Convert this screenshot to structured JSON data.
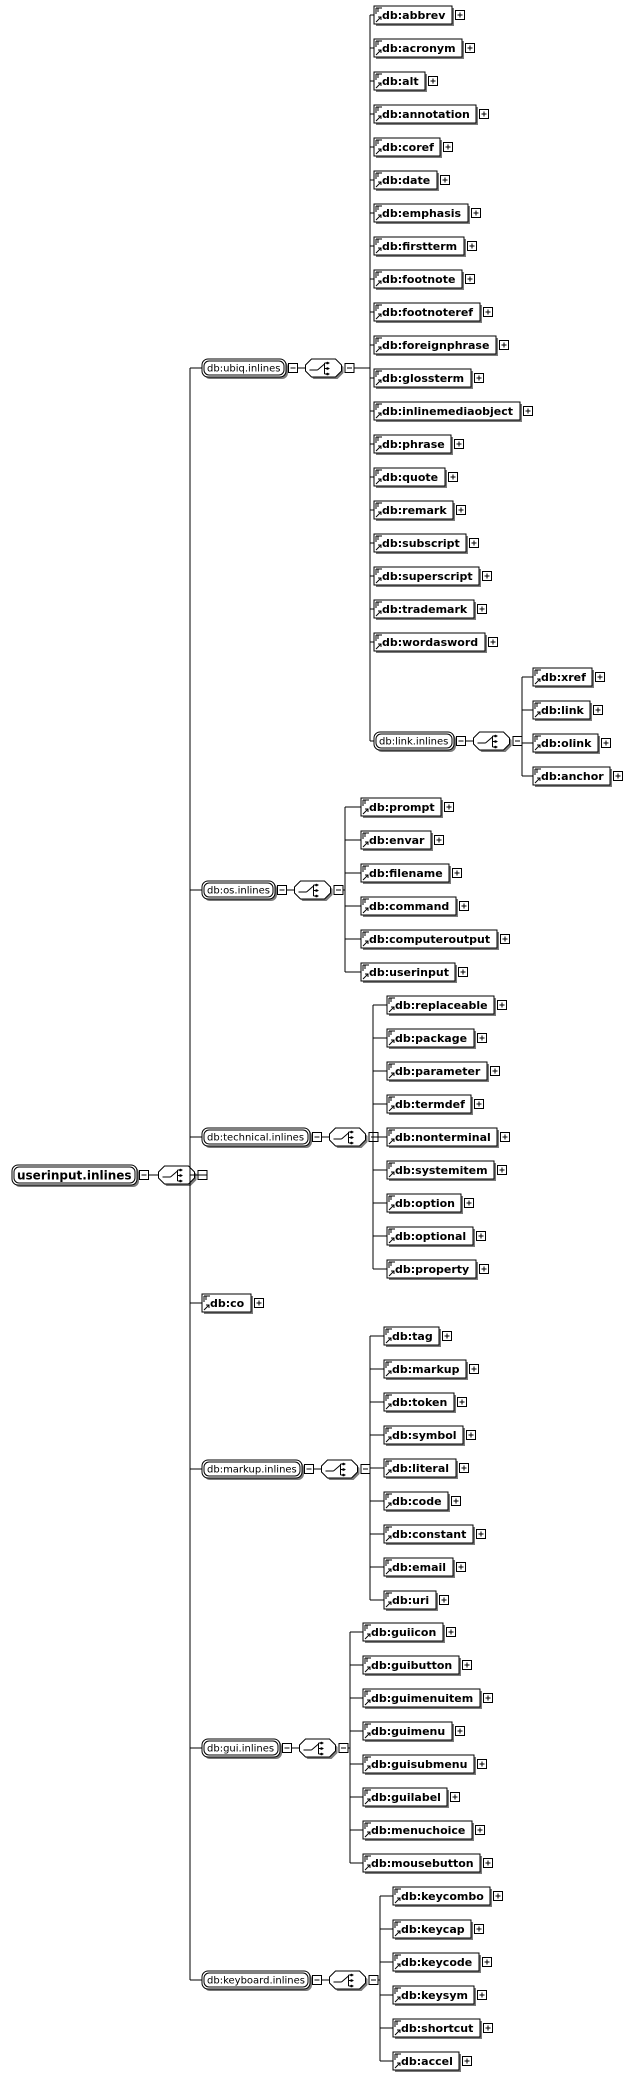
{
  "root": {
    "label": "userinput.inlines"
  },
  "groups": [
    {
      "label": "db:ubiq.inlines",
      "items": [
        "db:abbrev",
        "db:acronym",
        "db:alt",
        "db:annotation",
        "db:coref",
        "db:date",
        "db:emphasis",
        "db:firstterm",
        "db:footnote",
        "db:footnoteref",
        "db:foreignphrase",
        "db:glossterm",
        "db:inlinemediaobject",
        "db:phrase",
        "db:quote",
        "db:remark",
        "db:subscript",
        "db:superscript",
        "db:trademark",
        "db:wordasword"
      ],
      "subgroup": {
        "label": "db:link.inlines",
        "items": [
          "db:xref",
          "db:link",
          "db:olink",
          "db:anchor"
        ]
      }
    },
    {
      "label": "db:os.inlines",
      "items": [
        "db:prompt",
        "db:envar",
        "db:filename",
        "db:command",
        "db:computeroutput",
        "db:userinput"
      ]
    },
    {
      "label": "db:technical.inlines",
      "items": [
        "db:replaceable",
        "db:package",
        "db:parameter",
        "db:termdef",
        "db:nonterminal",
        "db:systemitem",
        "db:option",
        "db:optional",
        "db:property"
      ]
    },
    {
      "label": "db:co",
      "element": true
    },
    {
      "label": "db:markup.inlines",
      "items": [
        "db:tag",
        "db:markup",
        "db:token",
        "db:symbol",
        "db:literal",
        "db:code",
        "db:constant",
        "db:email",
        "db:uri"
      ]
    },
    {
      "label": "db:gui.inlines",
      "items": [
        "db:guiicon",
        "db:guibutton",
        "db:guimenuitem",
        "db:guimenu",
        "db:guisubmenu",
        "db:guilabel",
        "db:menuchoice",
        "db:mousebutton"
      ]
    },
    {
      "label": "db:keyboard.inlines",
      "items": [
        "db:keycombo",
        "db:keycap",
        "db:keycode",
        "db:keysym",
        "db:shortcut",
        "db:accel"
      ]
    }
  ]
}
